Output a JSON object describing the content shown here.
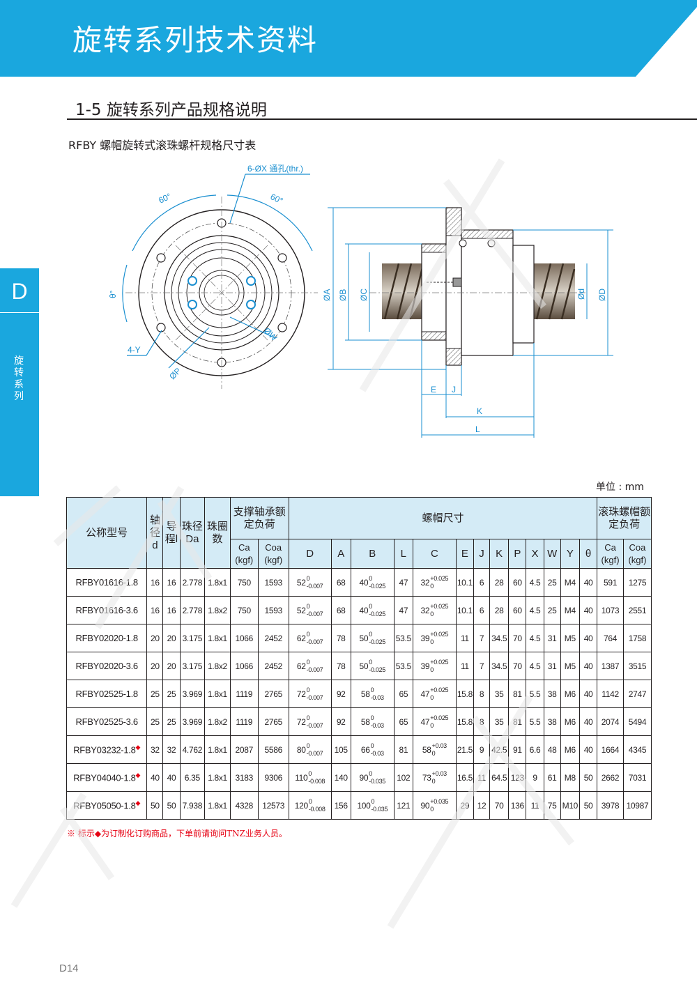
{
  "header": {
    "title": "旋转系列技术资料"
  },
  "section": {
    "title": "1-5 旋转系列产品规格说明",
    "subtitle": "RFBY 螺帽旋转式滚珠螺杆规格尺寸表"
  },
  "side_tab": {
    "letter": "D",
    "text": "旋转系列"
  },
  "drawing": {
    "hole_note": "6-ØX 通孔(thr.)",
    "angle_left": "60°",
    "angle_right": "60°",
    "theta": "θ°",
    "label_4y": "4-Y",
    "label_p": "ØP",
    "label_w": "ØW",
    "dim_A": "ØA",
    "dim_B": "ØB",
    "dim_C": "ØC",
    "dim_d": "Ød",
    "dim_D": "ØD",
    "dim_E": "E",
    "dim_J": "J",
    "dim_K": "K",
    "dim_L": "L"
  },
  "colors": {
    "banner": "#1aa7de",
    "header_fill": "#d4ebf6",
    "dimension": "#1a8fd0",
    "note_red": "#e60012"
  },
  "unit": "单位 : mm",
  "table": {
    "headers": {
      "model": "公称型号",
      "shaft": "轴径d",
      "lead": "导程l",
      "ball": "珠径Da",
      "circuits": "珠圈数",
      "bearing": "支撑轴承额定负荷",
      "ca": "Ca (kgf)",
      "coa": "Coa (kgf)",
      "nut": "螺帽尺寸",
      "screw_load": "滚珠螺帽额定负荷",
      "D": "D",
      "A": "A",
      "B": "B",
      "L": "L",
      "C": "C",
      "E": "E",
      "J": "J",
      "K": "K",
      "P": "P",
      "X": "X",
      "W": "W",
      "Y": "Y",
      "theta": "θ",
      "ca2": "Ca (kgf)",
      "coa2": "Coa (kgf)"
    },
    "rows": [
      {
        "model": "RFBY01616-1.8",
        "marked": false,
        "d": "16",
        "l": "16",
        "da": "2.778",
        "n": "1.8x1",
        "ca": "750",
        "coa": "1593",
        "D": "52",
        "D_up": "0",
        "D_lo": "-0.007",
        "A": "68",
        "B": "40",
        "B_up": "0",
        "B_lo": "-0.025",
        "L": "47",
        "C": "32",
        "C_up": "+0.025",
        "C_lo": "0",
        "E": "10.1",
        "J": "6",
        "K": "28",
        "P": "60",
        "X": "4.5",
        "W": "25",
        "Y": "M4",
        "theta": "40",
        "ca2": "591",
        "coa2": "1275"
      },
      {
        "model": "RFBY01616-3.6",
        "marked": false,
        "d": "16",
        "l": "16",
        "da": "2.778",
        "n": "1.8x2",
        "ca": "750",
        "coa": "1593",
        "D": "52",
        "D_up": "0",
        "D_lo": "-0.007",
        "A": "68",
        "B": "40",
        "B_up": "0",
        "B_lo": "-0.025",
        "L": "47",
        "C": "32",
        "C_up": "+0.025",
        "C_lo": "0",
        "E": "10.1",
        "J": "6",
        "K": "28",
        "P": "60",
        "X": "4.5",
        "W": "25",
        "Y": "M4",
        "theta": "40",
        "ca2": "1073",
        "coa2": "2551"
      },
      {
        "model": "RFBY02020-1.8",
        "marked": false,
        "d": "20",
        "l": "20",
        "da": "3.175",
        "n": "1.8x1",
        "ca": "1066",
        "coa": "2452",
        "D": "62",
        "D_up": "0",
        "D_lo": "-0.007",
        "A": "78",
        "B": "50",
        "B_up": "0",
        "B_lo": "-0.025",
        "L": "53.5",
        "C": "39",
        "C_up": "+0.025",
        "C_lo": "0",
        "E": "11",
        "J": "7",
        "K": "34.5",
        "P": "70",
        "X": "4.5",
        "W": "31",
        "Y": "M5",
        "theta": "40",
        "ca2": "764",
        "coa2": "1758"
      },
      {
        "model": "RFBY02020-3.6",
        "marked": false,
        "d": "20",
        "l": "20",
        "da": "3.175",
        "n": "1.8x2",
        "ca": "1066",
        "coa": "2452",
        "D": "62",
        "D_up": "0",
        "D_lo": "-0.007",
        "A": "78",
        "B": "50",
        "B_up": "0",
        "B_lo": "-0.025",
        "L": "53.5",
        "C": "39",
        "C_up": "+0.025",
        "C_lo": "0",
        "E": "11",
        "J": "7",
        "K": "34.5",
        "P": "70",
        "X": "4.5",
        "W": "31",
        "Y": "M5",
        "theta": "40",
        "ca2": "1387",
        "coa2": "3515"
      },
      {
        "model": "RFBY02525-1.8",
        "marked": false,
        "d": "25",
        "l": "25",
        "da": "3.969",
        "n": "1.8x1",
        "ca": "1119",
        "coa": "2765",
        "D": "72",
        "D_up": "0",
        "D_lo": "-0.007",
        "A": "92",
        "B": "58",
        "B_up": "0",
        "B_lo": "-0.03",
        "L": "65",
        "C": "47",
        "C_up": "+0.025",
        "C_lo": "0",
        "E": "15.8",
        "J": "8",
        "K": "35",
        "P": "81",
        "X": "5.5",
        "W": "38",
        "Y": "M6",
        "theta": "40",
        "ca2": "1142",
        "coa2": "2747"
      },
      {
        "model": "RFBY02525-3.6",
        "marked": false,
        "d": "25",
        "l": "25",
        "da": "3.969",
        "n": "1.8x2",
        "ca": "1119",
        "coa": "2765",
        "D": "72",
        "D_up": "0",
        "D_lo": "-0.007",
        "A": "92",
        "B": "58",
        "B_up": "0",
        "B_lo": "-0.03",
        "L": "65",
        "C": "47",
        "C_up": "+0.025",
        "C_lo": "0",
        "E": "15.8",
        "J": "8",
        "K": "35",
        "P": "81",
        "X": "5.5",
        "W": "38",
        "Y": "M6",
        "theta": "40",
        "ca2": "2074",
        "coa2": "5494"
      },
      {
        "model": "RFBY03232-1.8",
        "marked": true,
        "d": "32",
        "l": "32",
        "da": "4.762",
        "n": "1.8x1",
        "ca": "2087",
        "coa": "5586",
        "D": "80",
        "D_up": "0",
        "D_lo": "-0.007",
        "A": "105",
        "B": "66",
        "B_up": "0",
        "B_lo": "-0.03",
        "L": "81",
        "C": "58",
        "C_up": "+0.03",
        "C_lo": "0",
        "E": "21.5",
        "J": "9",
        "K": "42.5",
        "P": "91",
        "X": "6.6",
        "W": "48",
        "Y": "M6",
        "theta": "40",
        "ca2": "1664",
        "coa2": "4345"
      },
      {
        "model": "RFBY04040-1.8",
        "marked": true,
        "d": "40",
        "l": "40",
        "da": "6.35",
        "n": "1.8x1",
        "ca": "3183",
        "coa": "9306",
        "D": "110",
        "D_up": "0",
        "D_lo": "-0.008",
        "A": "140",
        "B": "90",
        "B_up": "0",
        "B_lo": "-0.035",
        "L": "102",
        "C": "73",
        "C_up": "+0.03",
        "C_lo": "0",
        "E": "16.5",
        "J": "11",
        "K": "64.5",
        "P": "123",
        "X": "9",
        "W": "61",
        "Y": "M8",
        "theta": "50",
        "ca2": "2662",
        "coa2": "7031"
      },
      {
        "model": "RFBY05050-1.8",
        "marked": true,
        "d": "50",
        "l": "50",
        "da": "7.938",
        "n": "1.8x1",
        "ca": "4328",
        "coa": "12573",
        "D": "120",
        "D_up": "0",
        "D_lo": "-0.008",
        "A": "156",
        "B": "100",
        "B_up": "0",
        "B_lo": "-0.035",
        "L": "121",
        "C": "90",
        "C_up": "+0.035",
        "C_lo": "0",
        "E": "29",
        "J": "12",
        "K": "70",
        "P": "136",
        "X": "11",
        "W": "75",
        "Y": "M10",
        "theta": "50",
        "ca2": "3978",
        "coa2": "10987"
      }
    ]
  },
  "footnote": "※ 标示◆为订制化订购商品，下单前请询问TNZ业务人员。",
  "marker_symbol": "◆",
  "page_number": "D14"
}
